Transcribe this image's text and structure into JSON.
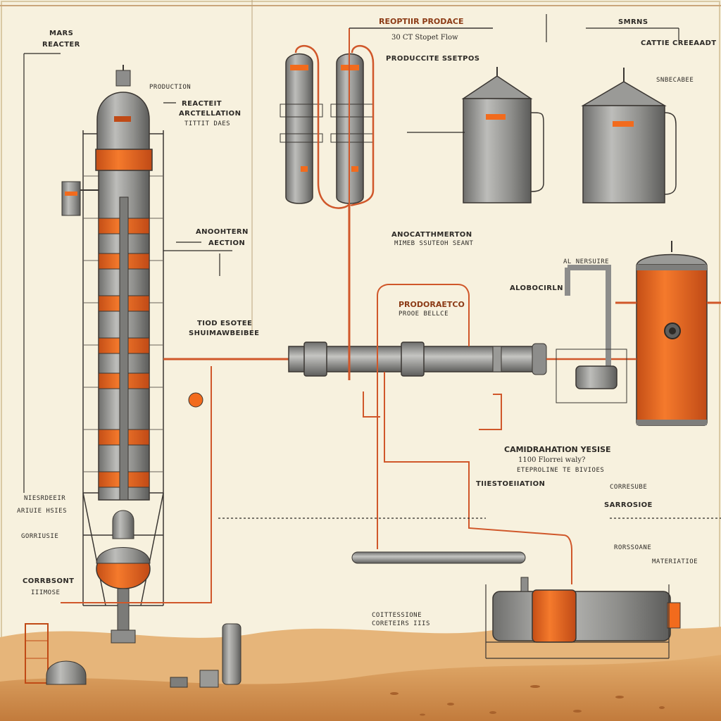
{
  "colors": {
    "background": "#f7f1de",
    "steel": "#8d8d8b",
    "steel_dark": "#5f5f5d",
    "steel_light": "#b9b9b6",
    "accent": "#f26b1d",
    "accent_dark": "#c2491a",
    "pipe": "#d0572a",
    "outline": "#3a3632",
    "sand": "#d69a5e",
    "sand_dark": "#c07a3e",
    "label": "#2d2a26"
  },
  "labels": {
    "mars_title": "MARS",
    "mars_subtitle": "REACTER",
    "production": "PRODUCTION",
    "tower_note_1": "REACTEIT",
    "tower_note_2": "ARCTELLATION",
    "tower_note_3": "TITTIT DAES",
    "top_header": "REOPTIIR PRODACE",
    "flow_label": "30 CT Stopet Flow",
    "production_sub": "PRODUCCITE SSETPOS",
    "right_header": "SMRNS",
    "right_note_1": "CATTIE CREEAADT",
    "right_note_2": "SNBECABEE",
    "anomaly_1": "ANOOHTERN",
    "anomaly_2": "AECTION",
    "tag_mid": "ANOCATTHMERTON",
    "tag_mid_2": "MIMEB SSUTEOH SEANT",
    "process_title": "PRODORAETCO",
    "process_sub": "PROOE BELLCE",
    "left_panel_1": "TIOD ESOTEE",
    "left_panel_2": "SHUIMAWBEIBEE",
    "left_side_1": "NIESRDEEIR",
    "left_side_2": "ARIUIE HSIES",
    "left_side_3": "GORRIUSIE",
    "bottom_left_1": "CORRBSONT",
    "bottom_left_2": "IIIMOSE",
    "vessel_label": "ALOBOCIRLN",
    "right_tag": "AL NERSUIRE",
    "cv_title": "CAMIDRAHATION YESISE",
    "cv_sub": "1100 Florrei waly?",
    "cv_sub_2": "ETEPROLINE TE BIVIOES",
    "lower_mid_1": "TIIESTOEIIATION",
    "lower_mid_2": "CORRESUBE",
    "spare_left": "COITTESSIONE",
    "spare_left_2": "CORETEIRS IIIS",
    "right_mid": "SARROSIOE",
    "right_low": "MATERIATIOE",
    "right_low_2": "RORSSOANE"
  }
}
